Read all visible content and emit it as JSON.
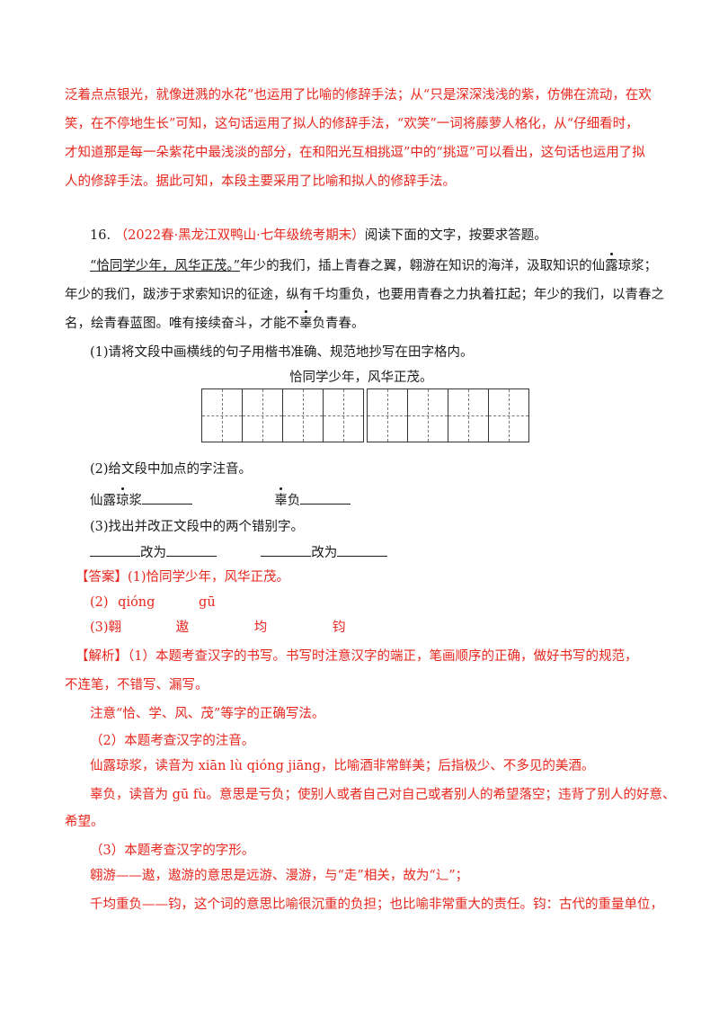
{
  "top_analysis": [
    "泛着点点银光，就像迸溅的水花”也运用了比喻的修辞手法；从“只是深深浅浅的紫，仿佛在流动，在欢",
    "笑，在不停地生长”可知，这句话运用了拟人的修辞手法，“欢笑”一词将藤萝人格化，从“仔细看时，",
    "才知道那是每一朵紫花中最浅淡的部分，在和阳光互相挑逗”中的“挑逗”可以看出，这句话也运用了拟",
    "人的修辞手法。据此可知，本段主要采用了比喻和拟人的修辞手法。"
  ],
  "question": {
    "number": "16.",
    "source": "（2022春·黑龙江双鸭山·七年级统考期末）",
    "instruction": "阅读下面的文字，按要求答题。",
    "passage": {
      "quote": "“恰同学少年，风华正茂。”",
      "l1_a": "年少的我们，插上青春之翼，翱游在知识的海洋，汲取知识的仙",
      "l1_dot": "露",
      "l1_b": "琼浆；",
      "l2": "年少的我们，跋涉于求索知识的征途，纵有千均重负，也要用青春之力执着扛起；年少的我们，以青春之",
      "l3_a": "名，绘青春蓝图。唯有接续奋斗，才能不",
      "l3_dot": "辜",
      "l3_b": "负青春。"
    },
    "sub1": "(1)请将文段中画横线的句子用楷书准确、规范地抄写在田字格内。",
    "sub1_model": "恰同学少年，风华正茂。",
    "grid_cells": 8,
    "sub2": "(2)给文段中加点的字注音。",
    "sub2_w1_a": "仙露",
    "sub2_w1_dot": "琼",
    "sub2_w1_b": "浆",
    "sub2_w2_dot": "辜",
    "sub2_w2_b": "负",
    "sub3": "(3)找出并改正文段中的两个错别字。",
    "change_to": "改为"
  },
  "answer": {
    "label": "【答案】",
    "a1": "(1)恰同学少年，风华正茂。",
    "a2_label": "(2)",
    "a2_p1": "qióng",
    "a2_p2": "gū",
    "a3_label": "(3)",
    "a3_w1": "翱",
    "a3_w2": "遨",
    "a3_w3": "均",
    "a3_w4": "钧"
  },
  "analysis": {
    "label": "【解析】",
    "p1": "（1）本题考查汉字的书写。书写时注意汉字的端正，笔画顺序的正确，做好书写的规范，",
    "p1b": "不连笔，不错写、漏写。",
    "p1c": "注意“恰、学、风、茂”等字的正确写法。",
    "p2": "（2）本题考查汉字的注音。",
    "p2a": "仙露琼浆，读音为 xiān lù qióng jiāng，比喻酒非常鲜美；后指极少、不多见的美酒。",
    "p2b": "辜负，读音为 gū fù。意思是亏负；使别人或者自己对自己或者别人的希望落空；违背了别人的好意、",
    "p2c": "希望。",
    "p3": "（3）本题考查汉字的字形。",
    "p3a": "翱游——遨，遨游的意思是远游、漫游，与“走”相关，故为“辶”；",
    "p3b": "千均重负——钧，这个词的意思比喻很沉重的负担；也比喻非常重大的责任。钧：古代的重量单位，"
  },
  "colors": {
    "answer_red": "#e8261c",
    "text": "#1a1a1a"
  }
}
